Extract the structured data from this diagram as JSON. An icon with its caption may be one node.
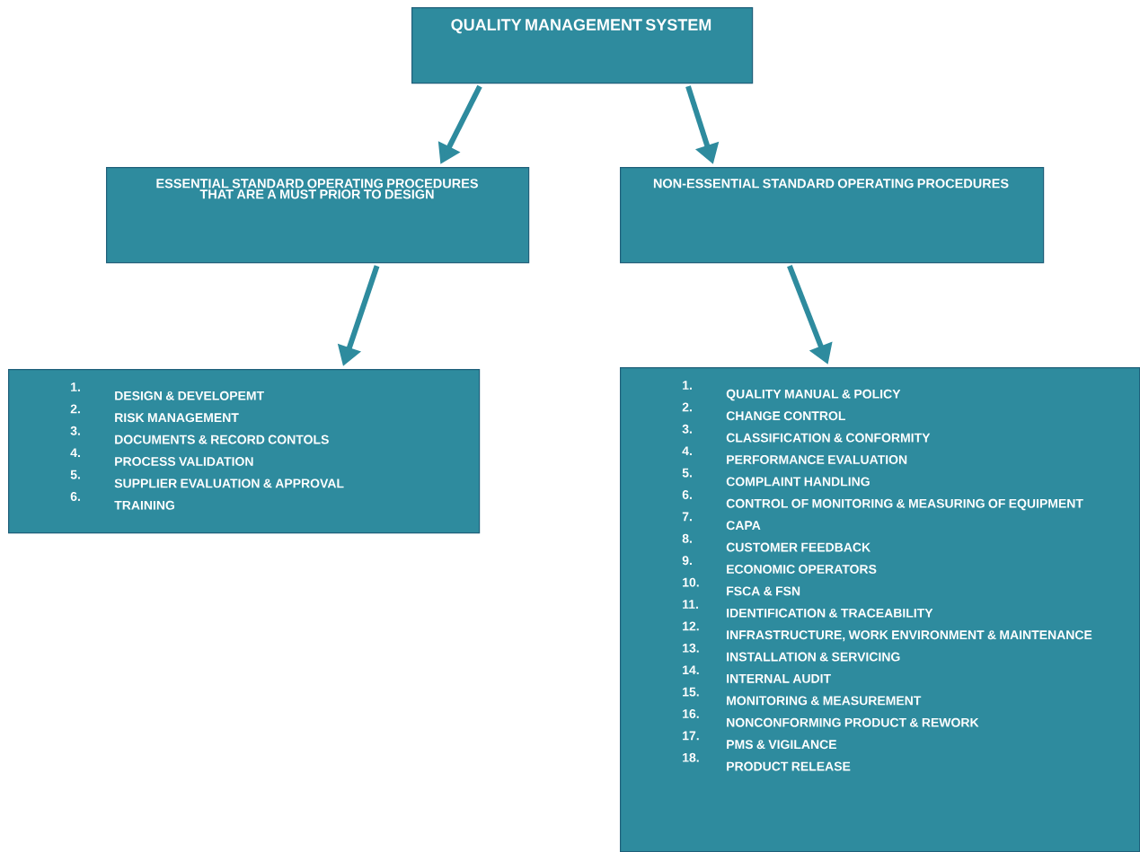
{
  "diagram": {
    "nodes": [
      {
        "text": [
          "QUALITY MANAGEMENT SYSTEM"
        ]
      },
      {
        "text": [
          "ESSENTIAL STANDARD OPERATING PROCEDURES THAT ARE A MUST PRIOR TO DESIGN"
        ]
      },
      {
        "text": [
          "NON-ESSENTIAL STANDARD OPERATING PROCEDURES"
        ]
      },
      {
        "text": [
          "1.",
          "DESIGN & DEVELOPEMT",
          "2.",
          "RISK MANAGEMENT",
          "3.",
          "DOCUMENTS & RECORD CONTOLS",
          "4.",
          "PROCESS VALIDATION",
          "5.",
          "SUPPLIER EVALUATION & APPROVAL",
          "6.",
          "TRAINING"
        ]
      },
      {
        "text": [
          "1.",
          "QUALITY MANUAL & POLICY",
          "2.",
          "CHANGE CONTROL",
          "3.",
          "CLASSIFICATION & CONFORMITY",
          "4.",
          "PERFORMANCE EVALUATION",
          "5.",
          "COMPLAINT HANDLING",
          "6.",
          "CONTROL OF MONITORING & MEASURING OF EQUIPMENT",
          "7.",
          "CAPA",
          "8.",
          "CUSTOMER FEEDBACK",
          "9.",
          "ECONOMIC OPERATORS",
          "10.",
          "FSCA & FSN",
          "11.",
          "IDENTIFICATION & TRACEABILITY",
          "12.",
          "INFRASTRUCTURE, WORK ENVIRONMENT & MAINTENANCE",
          "13.",
          "INSTALLATION & SERVICING",
          "14.",
          "INTERNAL AUDIT",
          "15.",
          "MONITORING & MEASUREMENT",
          "16.",
          "NONCONFORMING PRODUCT & REWORK",
          "17.",
          "PMS  & VIGILANCE",
          "18.",
          "PRODUCT RELEASE"
        ]
      }
    ],
    "edges": [
      {
        "from": 0,
        "to": 1,
        "arrow": "to"
      },
      {
        "from": 0,
        "to": 2,
        "arrow": "to"
      },
      {
        "from": 1,
        "to": 3,
        "arrow": "to"
      },
      {
        "from": 2,
        "to": 4,
        "arrow": "to"
      }
    ]
  }
}
